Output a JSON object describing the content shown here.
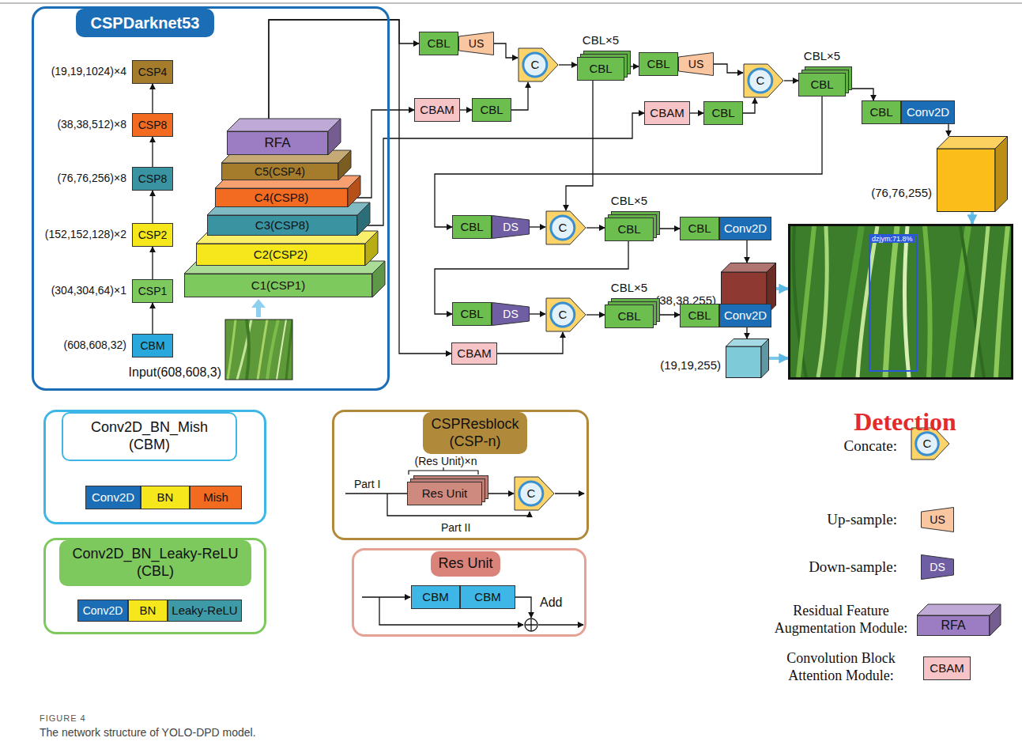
{
  "diagram": {
    "caption": "The network structure of YOLO-DPD model.",
    "nodes": [
      {
        "text": [
          "CSPDarknet53"
        ]
      },
      {
        "text": [
          "CSP4"
        ],
        "in": 0
      },
      {
        "text": [
          "CSP8"
        ],
        "in": 0
      },
      {
        "text": [
          "CSP8"
        ],
        "in": 0
      },
      {
        "text": [
          "CSP2"
        ],
        "in": 0
      },
      {
        "text": [
          "CSP1"
        ],
        "in": 0
      },
      {
        "text": [
          "CBM"
        ],
        "in": 0
      },
      {
        "text": [
          "RFA"
        ],
        "in": 0
      },
      {
        "text": [
          "C5(CSP4)"
        ],
        "in": 0
      },
      {
        "text": [
          "C4(CSP8)"
        ],
        "in": 0
      },
      {
        "text": [
          "C3(CSP8)"
        ],
        "in": 0
      },
      {
        "text": [
          "C2(CSP2)"
        ],
        "in": 0
      },
      {
        "text": [
          "C1(CSP1)"
        ],
        "in": 0
      },
      {
        "text": [
          "CBL"
        ]
      },
      {
        "text": [
          "US"
        ]
      },
      {
        "text": [
          "CBAM"
        ]
      },
      {
        "text": [
          "CBL"
        ]
      },
      {
        "text": [
          "C"
        ]
      },
      {
        "text": [
          "CBL×5",
          "CBL"
        ]
      },
      {
        "text": [
          "CBL"
        ]
      },
      {
        "text": [
          "US"
        ]
      },
      {
        "text": [
          "CBAM"
        ]
      },
      {
        "text": [
          "CBL"
        ]
      },
      {
        "text": [
          "C"
        ]
      },
      {
        "text": [
          "CBL×5",
          "CBL"
        ]
      },
      {
        "text": [
          "CBL"
        ]
      },
      {
        "text": [
          "Conv2D"
        ]
      },
      {
        "text": [
          "(76,76,255)"
        ]
      },
      {
        "text": [
          "CBL"
        ]
      },
      {
        "text": [
          "DS"
        ]
      },
      {
        "text": [
          "C"
        ]
      },
      {
        "text": [
          "CBL×5",
          "CBL"
        ]
      },
      {
        "text": [
          "CBL"
        ]
      },
      {
        "text": [
          "Conv2D"
        ]
      },
      {
        "text": [
          "(38,38,255)"
        ]
      },
      {
        "text": [
          "dzjym:71.8%"
        ]
      },
      {
        "text": [
          "CBL"
        ]
      },
      {
        "text": [
          "DS"
        ]
      },
      {
        "text": [
          "C"
        ]
      },
      {
        "text": [
          "CBL×5",
          "CBL"
        ]
      },
      {
        "text": [
          "CBL"
        ]
      },
      {
        "text": [
          "Conv2D"
        ]
      },
      {
        "text": [
          "CBAM"
        ]
      },
      {
        "text": [
          "(19,19,255)"
        ]
      },
      {
        "text": [
          "Conv2D_BN_Mish (CBM)"
        ]
      },
      {
        "text": [
          "Conv2D"
        ],
        "in": 44
      },
      {
        "text": [
          "BN"
        ],
        "in": 44
      },
      {
        "text": [
          "Mish"
        ],
        "in": 44
      },
      {
        "text": [
          "CSPResblock (CSP-n)"
        ]
      },
      {
        "text": [
          "Res Unit"
        ],
        "in": 48
      },
      {
        "text": [
          "C"
        ],
        "in": 48
      },
      {
        "text": [
          "Conv2D_BN_Leaky-ReLU (CBL)"
        ]
      },
      {
        "text": [
          "Conv2D"
        ],
        "in": 51
      },
      {
        "text": [
          "BN"
        ],
        "in": 51
      },
      {
        "text": [
          "Leaky-ReLU"
        ],
        "in": 51
      },
      {
        "text": [
          "Res Unit"
        ]
      },
      {
        "text": [
          "CBM"
        ],
        "in": 55
      },
      {
        "text": [
          "CBM"
        ],
        "in": 55
      },
      {
        "text": [
          "Add"
        ],
        "in": 55
      },
      {
        "text": [
          "C"
        ]
      },
      {
        "text": [
          "US"
        ]
      },
      {
        "text": [
          "DS"
        ]
      },
      {
        "text": [
          "RFA"
        ]
      },
      {
        "text": [
          "CBAM"
        ]
      }
    ],
    "edges": [
      {
        "from": 6,
        "to": 5,
        "arrow": "to"
      },
      {
        "from": 5,
        "to": 4,
        "arrow": "to"
      },
      {
        "from": 4,
        "to": 3,
        "arrow": "to"
      },
      {
        "from": 3,
        "to": 2,
        "arrow": "to"
      },
      {
        "from": 2,
        "to": 1,
        "arrow": "to"
      },
      {
        "from": 7,
        "to": 13,
        "arrow": "to"
      },
      {
        "from": 7,
        "to": 42,
        "arrow": "to"
      },
      {
        "from": 9,
        "to": 15,
        "arrow": "to"
      },
      {
        "from": 10,
        "to": 21,
        "arrow": "to"
      },
      {
        "from": 15,
        "to": 16,
        "arrow": "to"
      },
      {
        "from": 14,
        "to": 17,
        "arrow": "to"
      },
      {
        "from": 16,
        "to": 17,
        "arrow": "to"
      },
      {
        "from": 17,
        "to": 18,
        "arrow": "to"
      },
      {
        "from": 18,
        "to": 19,
        "arrow": "to"
      },
      {
        "from": 18,
        "to": 30,
        "arrow": "to"
      },
      {
        "from": 21,
        "to": 22,
        "arrow": "to"
      },
      {
        "from": 20,
        "to": 23,
        "arrow": "to"
      },
      {
        "from": 22,
        "to": 23,
        "arrow": "to"
      },
      {
        "from": 23,
        "to": 24,
        "arrow": "to"
      },
      {
        "from": 24,
        "to": 25,
        "arrow": "to"
      },
      {
        "from": 26,
        "to": 27,
        "arrow": "to"
      },
      {
        "from": 24,
        "to": 28,
        "arrow": "to"
      },
      {
        "from": 29,
        "to": 30,
        "arrow": "to"
      },
      {
        "from": 30,
        "to": 31,
        "arrow": "to"
      },
      {
        "from": 31,
        "to": 32,
        "arrow": "to"
      },
      {
        "from": 33,
        "to": 34,
        "arrow": "to"
      },
      {
        "from": 31,
        "to": 36,
        "arrow": "to"
      },
      {
        "from": 37,
        "to": 38,
        "arrow": "to"
      },
      {
        "from": 42,
        "to": 38,
        "arrow": "to"
      },
      {
        "from": 38,
        "to": 39,
        "arrow": "to"
      },
      {
        "from": 39,
        "to": 40,
        "arrow": "to"
      },
      {
        "from": 41,
        "to": 43,
        "arrow": "to"
      },
      {
        "from": 27,
        "to": 35,
        "arrow": "to"
      },
      {
        "from": 34,
        "to": 35,
        "arrow": "to"
      },
      {
        "from": 43,
        "to": 35,
        "arrow": "to"
      },
      {
        "from": 49,
        "to": 50,
        "arrow": "to"
      },
      {
        "from": 57,
        "to": 58,
        "arrow": "to"
      }
    ],
    "labels": [
      "(19,19,1024)×4",
      "(38,38,512)×8",
      "(76,76,256)×8",
      "(152,152,128)×2",
      "(304,304,64)×1",
      "(608,608,32)",
      "Input(608,608,3)",
      "Detection",
      "(Res Unit)×n",
      "Part I",
      "Part II",
      "FIGURE 4"
    ],
    "legend": [
      {
        "text": "Concate:"
      },
      {
        "text": "Up-sample:"
      },
      {
        "text": "Down-sample:"
      },
      {
        "text": "Residual Feature Augmentation Module:"
      },
      {
        "text": "Convolution Block Attention Module:"
      }
    ]
  }
}
